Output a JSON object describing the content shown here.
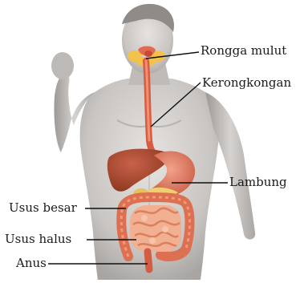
{
  "labels": {
    "mouth": "Rongga mulut",
    "esophagus": "Kerongkongan",
    "stomach": "Lambung",
    "large_intestine": "Usus besar",
    "small_intestine": "Usus halus",
    "anus": "Anus"
  },
  "colors": {
    "skin": "#c9c5c3",
    "liver": "#a8452a",
    "stomach": "#d9745c",
    "small_intestine": "#efa07c",
    "large_intestine": "#e4805f",
    "esophagus": "#e26a4f",
    "gallbladder": "#e6c25a",
    "salivary_glands": "#f3c24a"
  }
}
